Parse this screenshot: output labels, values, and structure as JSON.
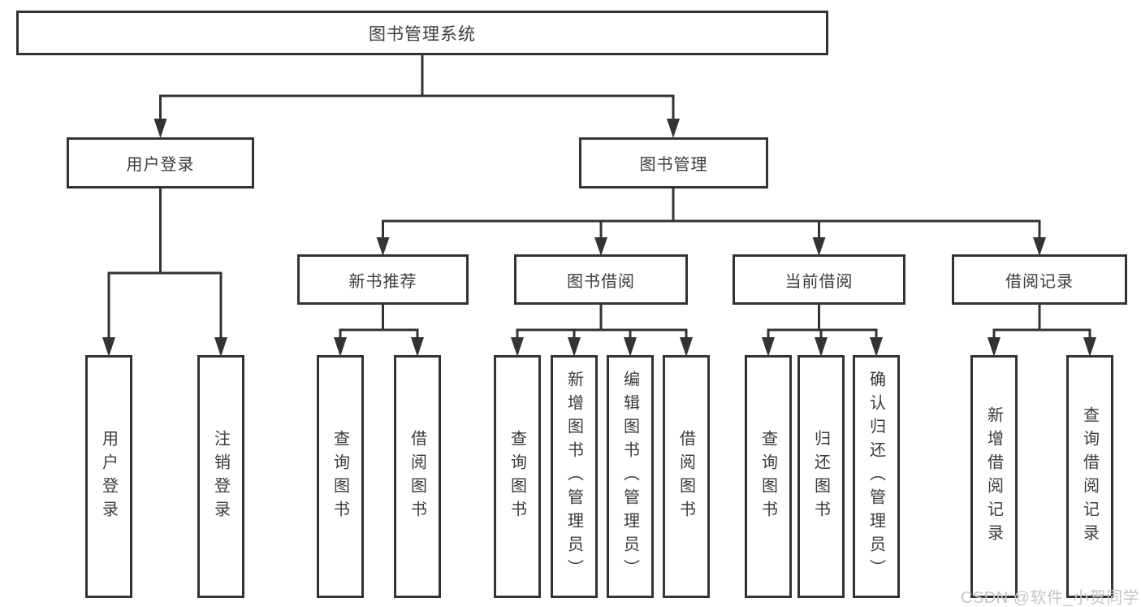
{
  "diagram": {
    "title": "图书管理系统",
    "user_login": {
      "label": "用户登录",
      "children": {
        "login": "用户登录",
        "logout": "注销登录"
      }
    },
    "book_management": {
      "label": "图书管理",
      "new_books": {
        "label": "新书推荐",
        "children": {
          "query": "查询图书",
          "borrow": "借阅图书"
        }
      },
      "borrowing": {
        "label": "图书借阅",
        "children": {
          "query": "查询图书",
          "add": "新增图书（管理员）",
          "edit": "编辑图书（管理员）",
          "borrow": "借阅图书"
        }
      },
      "current": {
        "label": "当前借阅",
        "children": {
          "query": "查询图书",
          "return": "归还图书",
          "confirm": "确认归还（管理员）"
        }
      },
      "records": {
        "label": "借阅记录",
        "children": {
          "add": "新增借阅记录",
          "query": "查询借阅记录"
        }
      }
    }
  },
  "watermark": "CSDN @软件_小贺同学",
  "colors": {
    "line": "#333333",
    "box_border": "#333333",
    "text": "#3b3b3b",
    "watermark": "#c5c5c5",
    "background": "#ffffff"
  }
}
